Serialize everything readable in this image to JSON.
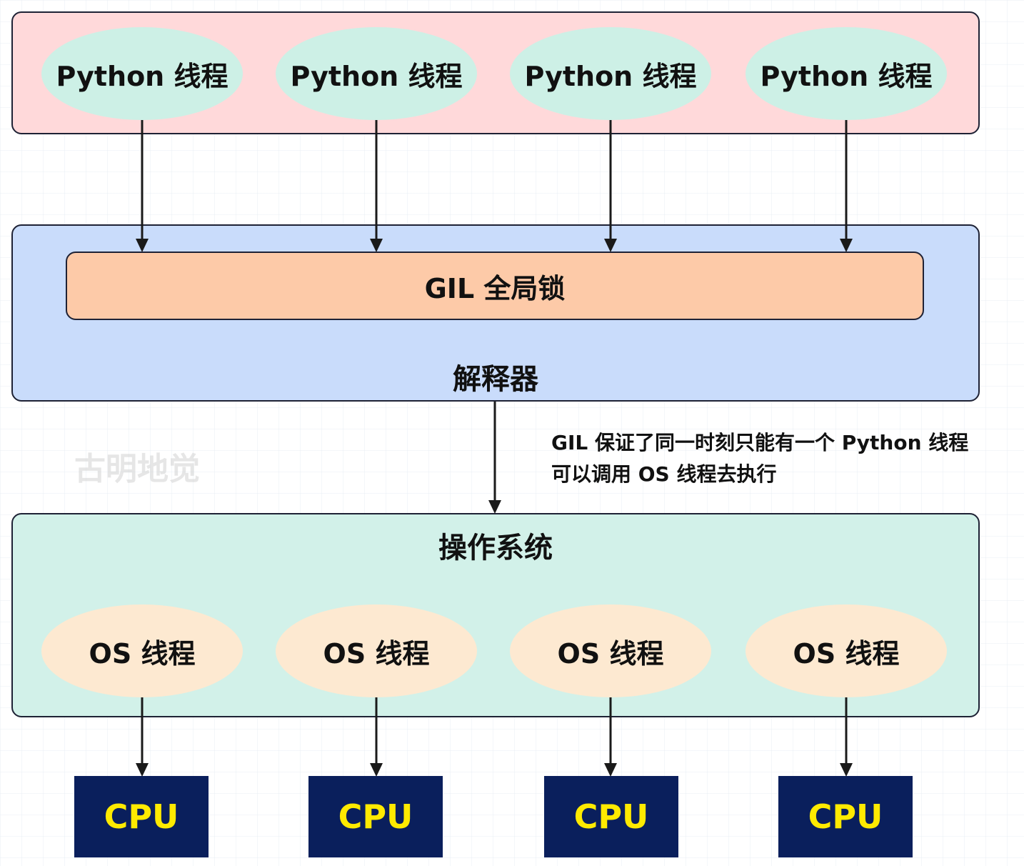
{
  "python_layer": {
    "threads": [
      "Python 线程",
      "Python 线程",
      "Python 线程",
      "Python 线程"
    ]
  },
  "interpreter": {
    "gil_label": "GIL 全局锁",
    "label": "解释器"
  },
  "annotation": {
    "line1": "GIL 保证了同一时刻只能有一个 Python 线程",
    "line2": "可以调用 OS 线程去执行"
  },
  "watermark": "古明地觉",
  "os_layer": {
    "label": "操作系统",
    "threads": [
      "OS 线程",
      "OS 线程",
      "OS 线程",
      "OS 线程"
    ]
  },
  "cpus": [
    "CPU",
    "CPU",
    "CPU",
    "CPU"
  ],
  "colors": {
    "python_layer_bg": "#ffd9da",
    "python_thread_bg": "#cdf0e6",
    "interpreter_bg": "#c9dcfb",
    "gil_bg": "#fdcaa8",
    "os_layer_bg": "#d2f1e9",
    "os_thread_bg": "#fde9d1",
    "cpu_bg": "#0a1f5c",
    "cpu_text": "#ffea00"
  }
}
